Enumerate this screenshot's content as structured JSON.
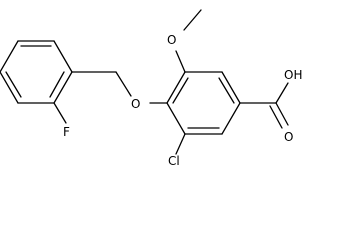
{
  "atoms": {
    "methoxy_o": "O",
    "ether_o": "O",
    "fluorine": "F",
    "chlorine": "Cl",
    "acid_oh": "OH",
    "acid_o": "O"
  }
}
